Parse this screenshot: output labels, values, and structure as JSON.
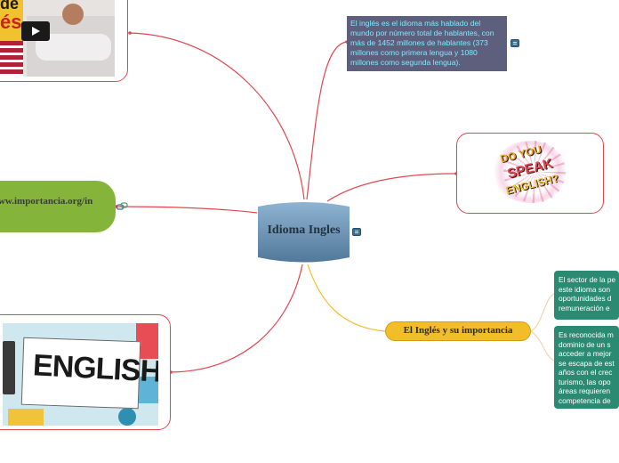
{
  "central": {
    "title": "Idioma Ingles"
  },
  "info_note": {
    "text": "El inglés es el idioma más hablado del mundo por número total de hablantes, con más de 1452 millones de hablantes (373 millones como primera lengua y 1080 millones como segunda lengua)."
  },
  "link_node": {
    "text": "www.importancia.org/in"
  },
  "importance_node": {
    "title": "El Inglés y su importancia"
  },
  "subtopics": [
    {
      "lines": [
        "El sector de la pe",
        "este idioma son",
        "oportunidades d",
        "remuneración e"
      ]
    },
    {
      "lines": [
        "Es reconocida m",
        "dominio de un s",
        "acceder a mejor",
        "se escapa de est",
        "años con el crec",
        "turismo, las opo",
        "áreas requieren",
        "competencia de"
      ]
    }
  ],
  "images": {
    "video_thumb_text": [
      "de",
      "és"
    ],
    "speak_english_text": [
      "DO YOU",
      "SPEAK",
      "ENGLISH?"
    ],
    "english_board_text": "ENGLISH"
  },
  "colors": {
    "center": "#6f97b8",
    "link_lines": "#e0474f",
    "importance_line": "#f1be2a",
    "green_node": "#84b53a",
    "yellow_node": "#f1be2a",
    "teal_nodes": "#2b8a72",
    "info_note_bg": "#5d5f7c",
    "info_note_text": "#7fe9ff"
  },
  "icons": [
    "note-icon",
    "link-icon",
    "play-icon"
  ]
}
